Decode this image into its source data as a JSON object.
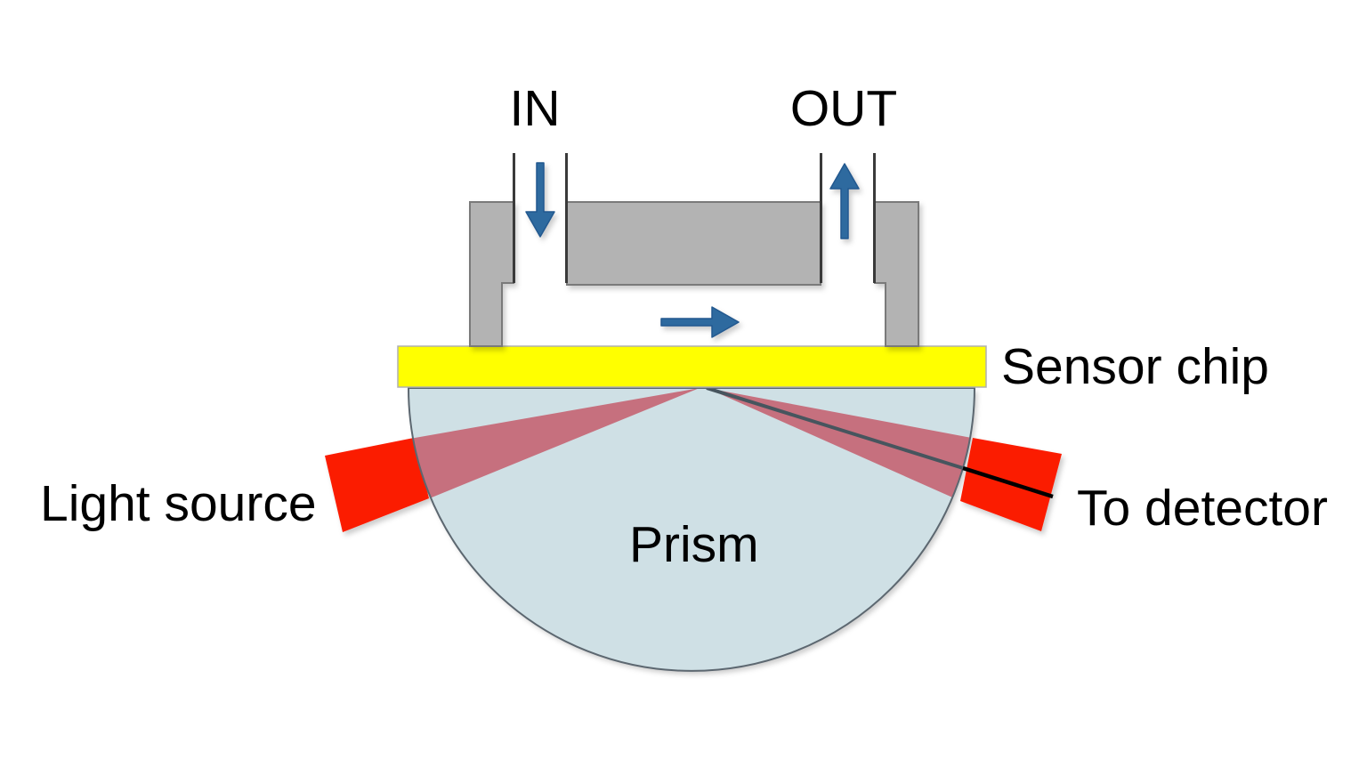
{
  "diagram": {
    "title": "SPR sensor flow-cell diagram",
    "labels": {
      "in": "IN",
      "out": "OUT",
      "sensor_chip": "Sensor chip",
      "light_source": "Light source",
      "to_detector": "To detector",
      "prism": "Prism"
    },
    "icons": {
      "flow_in_arrow": "down-arrow",
      "flow_out_arrow": "up-arrow",
      "flow_direction_arrow": "right-arrow"
    },
    "colors": {
      "background": "#ffffff",
      "flow_cell_gray": "#b3b3b3",
      "flow_cell_outline": "#7a7a7a",
      "tube_line": "#3a3a3a",
      "sensor_chip_yellow": "#ffff00",
      "sensor_chip_outline": "#b0b0b0",
      "prism_fill": "#cfe0e5",
      "prism_outline": "#5c6770",
      "beam_red": "#fb1d04",
      "beam_in_prism_pink": "rgba(190,10,30,0.52)",
      "reflected_ray_inner": "#47555e",
      "reflected_ray_outer": "#000000",
      "arrow_blue": "#2d6a9f",
      "label_text": "#000000"
    }
  }
}
